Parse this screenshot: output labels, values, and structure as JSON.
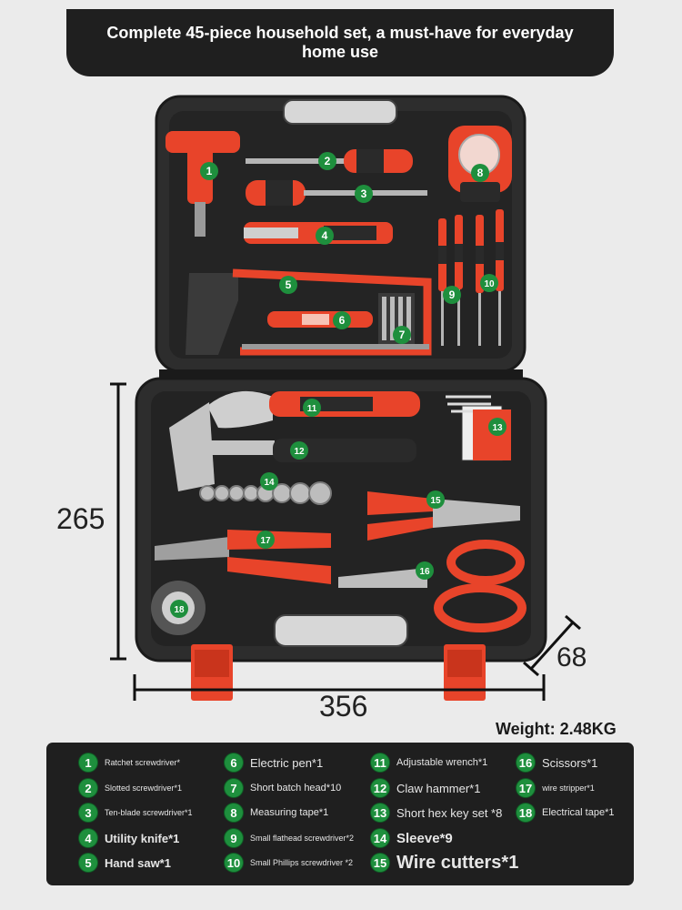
{
  "title": "Complete 45-piece household set, a must-have for everyday home use",
  "dimensions": {
    "height": "265",
    "depth": "68",
    "width": "356"
  },
  "weight": "Weight: 2.48KG",
  "colors": {
    "accent": "#e8442a",
    "marker": "#1e8f3d",
    "case": "#2b2b2b",
    "panel": "#1f1f1f"
  },
  "markers": [
    "1",
    "2",
    "3",
    "4",
    "5",
    "6",
    "7",
    "8",
    "9",
    "10",
    "11",
    "12",
    "13",
    "14",
    "15",
    "16",
    "17",
    "18"
  ],
  "legend": [
    {
      "num": "1",
      "label": "Ratchet screwdriver*"
    },
    {
      "num": "2",
      "label": "Slotted screwdriver*1"
    },
    {
      "num": "3",
      "label": "Ten-blade screwdriver*1"
    },
    {
      "num": "4",
      "label": "Utility knife*1"
    },
    {
      "num": "5",
      "label": "Hand saw*1"
    },
    {
      "num": "6",
      "label": "Electric pen*1"
    },
    {
      "num": "7",
      "label": "Short batch head*10"
    },
    {
      "num": "8",
      "label": "Measuring tape*1"
    },
    {
      "num": "9",
      "label": "Small flathead screwdriver*2"
    },
    {
      "num": "10",
      "label": "Small Phillips screwdriver *2"
    },
    {
      "num": "11",
      "label": "Adjustable wrench*1"
    },
    {
      "num": "12",
      "label": "Claw hammer*1"
    },
    {
      "num": "13",
      "label": "Short hex key set *8"
    },
    {
      "num": "14",
      "label": "Sleeve*9"
    },
    {
      "num": "15",
      "label": "Wire cutters*1"
    },
    {
      "num": "16",
      "label": "Scissors*1"
    },
    {
      "num": "17",
      "label": "wire stripper*1"
    },
    {
      "num": "18",
      "label": "Electrical tape*1"
    }
  ]
}
